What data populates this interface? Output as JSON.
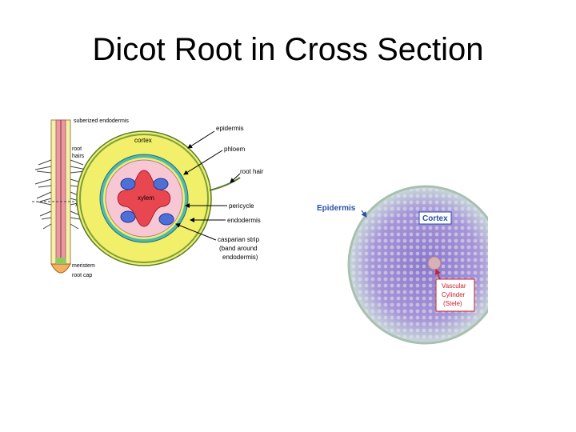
{
  "slide": {
    "title": "Dicot Root in Cross Section"
  },
  "diagram_labels": {
    "suberized_endodermis": "suberized endodermis",
    "root_hairs_line1": "root",
    "root_hairs_line2": "hairs",
    "xs": "x.s.",
    "meristem": "meristem",
    "root_cap": "root cap",
    "cortex": "cortex",
    "xylem": "xylem",
    "epidermis": "epidermis",
    "phloem": "phloem",
    "root_hair": "root hair",
    "pericycle": "pericycle",
    "endodermis": "endodermis",
    "casparian_line1": "casparian strip",
    "casparian_line2": "(band around",
    "casparian_line3": "endodermis)"
  },
  "micrograph_labels": {
    "epidermis": "Epidermis",
    "cortex": "Cortex",
    "vascular_line1": "Vascular",
    "vascular_line2": "Cylinder",
    "vascular_line3": "(Stele)"
  },
  "colors": {
    "cortex_yellow": "#f2f06a",
    "xylem_red": "#e8474f",
    "phloem_blue": "#4f6fd8",
    "pericycle_pink": "#f7c8d4",
    "endodermis_teal": "#4fb8b0",
    "label_blue": "#2a4fa8",
    "label_red": "#c8202a",
    "micro_purple": "#9a86d0"
  }
}
